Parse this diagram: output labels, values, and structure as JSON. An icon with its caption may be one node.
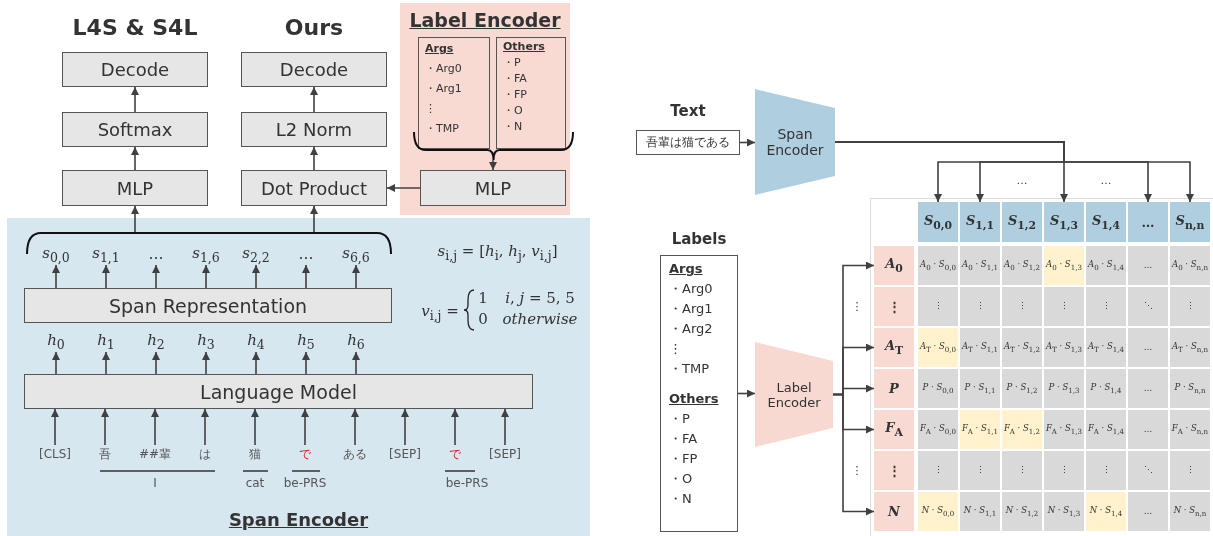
{
  "diagram": {
    "nodes": [
      {
        "text": [
          "Span Encoder"
        ]
      },
      {
        "text": [
          "Label Encoder"
        ]
      },
      {
        "text": [
          "Args",
          "・Arg0",
          "・Arg1",
          "⋮",
          "・TMP"
        ],
        "in": 1
      },
      {
        "text": [
          "Others",
          "・P",
          "・FA",
          "・FP",
          "・O",
          "・N"
        ],
        "in": 1
      },
      {
        "text": [],
        "shape": "brace",
        "in": 1
      },
      {
        "text": [
          "MLP"
        ],
        "in": 1
      },
      {
        "text": [
          "Decode"
        ]
      },
      {
        "text": [
          "Softmax"
        ]
      },
      {
        "text": [
          "MLP"
        ]
      },
      {
        "text": [
          "Decode"
        ]
      },
      {
        "text": [
          "L2 Norm"
        ]
      },
      {
        "text": [
          "Dot Product"
        ]
      },
      {
        "text": [],
        "shape": "brace",
        "in": 0
      },
      {
        "text": [
          "*s*$_{0,0}$"
        ],
        "in": 0
      },
      {
        "text": [
          "*s*$_{1,1}$"
        ],
        "in": 0
      },
      {
        "text": [
          "…"
        ],
        "in": 0
      },
      {
        "text": [
          "*s*$_{1,6}$"
        ],
        "in": 0
      },
      {
        "text": [
          "*s*$_{2,2}$"
        ],
        "in": 0
      },
      {
        "text": [
          "…"
        ],
        "in": 0
      },
      {
        "text": [
          "*s*$_{6,6}$"
        ],
        "in": 0
      },
      {
        "text": [
          "Span Representation"
        ],
        "in": 0
      },
      {
        "text": [
          "*h*$_{0}$"
        ],
        "in": 0
      },
      {
        "text": [
          "*h*$_{1}$"
        ],
        "in": 0
      },
      {
        "text": [
          "*h*$_{2}$"
        ],
        "in": 0
      },
      {
        "text": [
          "*h*$_{3}$"
        ],
        "in": 0
      },
      {
        "text": [
          "*h*$_{4}$"
        ],
        "in": 0
      },
      {
        "text": [
          "*h*$_{5}$"
        ],
        "in": 0
      },
      {
        "text": [
          "*h*$_{6}$"
        ],
        "in": 0
      },
      {
        "text": [
          "Language Model"
        ],
        "in": 0
      },
      {
        "text": [
          "[CLS]"
        ],
        "in": 0
      },
      {
        "text": [
          "吾"
        ],
        "in": 0
      },
      {
        "text": [
          "##輩"
        ],
        "in": 0
      },
      {
        "text": [
          "は"
        ],
        "in": 0
      },
      {
        "text": [
          "猫"
        ],
        "in": 0
      },
      {
        "text": [
          "で"
        ],
        "in": 0
      },
      {
        "text": [
          "ある"
        ],
        "in": 0
      },
      {
        "text": [
          "[SEP]"
        ],
        "in": 0
      },
      {
        "text": [
          "で"
        ],
        "in": 0
      },
      {
        "text": [
          "[SEP]"
        ],
        "in": 0
      },
      {
        "text": [
          "吾輩は猫である"
        ]
      },
      {
        "text": [
          "Span Encoder"
        ]
      },
      {
        "text": [
          "Args",
          "・Arg0",
          "・Arg1",
          "・Arg2",
          "⋮",
          "・TMP",
          "Others",
          "・P",
          "・FA",
          "・FP",
          "・O",
          "・N"
        ]
      },
      {
        "text": [
          "Label Encoder"
        ]
      },
      {
        "text": [
          "*S*$_{0,0}$"
        ]
      },
      {
        "text": [
          "*S*$_{1,1}$"
        ]
      },
      {
        "text": [
          "*S*$_{1,2}$"
        ]
      },
      {
        "text": [
          "*S*$_{1,3}$"
        ]
      },
      {
        "text": [
          "*S*$_{1,4}$"
        ]
      },
      {
        "text": [
          "…"
        ]
      },
      {
        "text": [
          "*S*$_{n,n}$"
        ]
      },
      {
        "text": [
          "*A*$_{0}$"
        ]
      },
      {
        "text": [
          "⋮"
        ]
      },
      {
        "text": [
          "*A*$_{T}$"
        ]
      },
      {
        "text": [
          "*P*"
        ]
      },
      {
        "text": [
          "*F*$_{A}$"
        ]
      },
      {
        "text": [
          "⋮"
        ]
      },
      {
        "text": [
          "*N*"
        ]
      }
    ],
    "edges": [
      {
        "from": 4,
        "to": 5,
        "arrow": "to"
      },
      {
        "from": 5,
        "to": 11,
        "arrow": "to"
      },
      {
        "from": 8,
        "to": 7,
        "arrow": "to"
      },
      {
        "from": 7,
        "to": 6,
        "arrow": "to"
      },
      {
        "from": 11,
        "to": 10,
        "arrow": "to"
      },
      {
        "from": 10,
        "to": 9,
        "arrow": "to"
      },
      {
        "from": 12,
        "to": 8,
        "arrow": "to"
      },
      {
        "from": 12,
        "to": 11,
        "arrow": "to"
      },
      {
        "from": 20,
        "to": 13,
        "arrow": "to"
      },
      {
        "from": 20,
        "to": 14,
        "arrow": "to"
      },
      {
        "from": 20,
        "to": 15,
        "arrow": "to"
      },
      {
        "from": 20,
        "to": 16,
        "arrow": "to"
      },
      {
        "from": 20,
        "to": 17,
        "arrow": "to"
      },
      {
        "from": 20,
        "to": 18,
        "arrow": "to"
      },
      {
        "from": 20,
        "to": 19,
        "arrow": "to"
      },
      {
        "from": 28,
        "to": 21,
        "arrow": "to"
      },
      {
        "from": 28,
        "to": 22,
        "arrow": "to"
      },
      {
        "from": 28,
        "to": 23,
        "arrow": "to"
      },
      {
        "from": 28,
        "to": 24,
        "arrow": "to"
      },
      {
        "from": 28,
        "to": 25,
        "arrow": "to"
      },
      {
        "from": 28,
        "to": 26,
        "arrow": "to"
      },
      {
        "from": 28,
        "to": 27,
        "arrow": "to"
      },
      {
        "from": 29,
        "to": 28,
        "arrow": "to"
      },
      {
        "from": 30,
        "to": 28,
        "arrow": "to"
      },
      {
        "from": 31,
        "to": 28,
        "arrow": "to"
      },
      {
        "from": 32,
        "to": 28,
        "arrow": "to"
      },
      {
        "from": 33,
        "to": 28,
        "arrow": "to"
      },
      {
        "from": 34,
        "to": 28,
        "arrow": "to"
      },
      {
        "from": 35,
        "to": 28,
        "arrow": "to"
      },
      {
        "from": 36,
        "to": 28,
        "arrow": "to"
      },
      {
        "from": 37,
        "to": 28,
        "arrow": "to"
      },
      {
        "from": 38,
        "to": 28,
        "arrow": "to"
      },
      {
        "from": 39,
        "to": 40,
        "arrow": "to"
      },
      {
        "from": 40,
        "to": 43,
        "arrow": "to"
      },
      {
        "from": 40,
        "to": 44,
        "arrow": "to"
      },
      {
        "from": 40,
        "to": 46,
        "arrow": "to"
      },
      {
        "from": 40,
        "to": 48,
        "arrow": "to"
      },
      {
        "from": 40,
        "to": 49,
        "arrow": "to"
      },
      {
        "from": 41,
        "to": 42,
        "arrow": "to"
      },
      {
        "from": 42,
        "to": 50,
        "arrow": "to"
      },
      {
        "from": 42,
        "to": 52,
        "arrow": "to"
      },
      {
        "from": 42,
        "to": 53,
        "arrow": "to"
      },
      {
        "from": 42,
        "to": 54,
        "arrow": "to"
      },
      {
        "from": 42,
        "to": 56,
        "arrow": "to"
      }
    ],
    "labels": [
      "L4S & S4L",
      "Ours",
      "*s*$_{i,j}$ = [*h*$_{i}$, *h*$_{j}$, *v*$_{i,j}$]",
      "*v*$_{i,j}$ =",
      "1",
      "*i*, *j* = 5, 5",
      "0",
      "*otherwise*",
      "I",
      "cat",
      "be-PRS",
      "be-PRS",
      "Text",
      "…",
      "…",
      "Labels",
      "⋮",
      "⋮",
      "*A*$_{0}$ · *S*$_{0,0}$",
      "*A*$_{0}$ · *S*$_{1,1}$",
      "*A*$_{0}$ · *S*$_{1,2}$",
      "*A*$_{0}$ · *S*$_{1,3}$",
      "*A*$_{0}$ · *S*$_{1,4}$",
      "…",
      "*A*$_{0}$ · *S*$_{n,n}$",
      "⋮",
      "⋮",
      "⋮",
      "⋮",
      "⋮",
      "⋱",
      "⋮",
      "*A*$_{T}$ · *S*$_{0,0}$",
      "*A*$_{T}$ · *S*$_{1,1}$",
      "*A*$_{T}$ · *S*$_{1,2}$",
      "*A*$_{T}$ · *S*$_{1,3}$",
      "*A*$_{T}$ · *S*$_{1,4}$",
      "…",
      "*A*$_{T}$ · *S*$_{n,n}$",
      "*P* · *S*$_{0,0}$",
      "*P* · *S*$_{1,1}$",
      "*P* · *S*$_{1,2}$",
      "*P* · *S*$_{1,3}$",
      "*P* · *S*$_{1,4}$",
      "…",
      "*P* · *S*$_{n,n}$",
      "*F*$_{A}$ · *S*$_{0,0}$",
      "*F*$_{A}$ · *S*$_{1,1}$",
      "*F*$_{A}$ · *S*$_{1,2}$",
      "*F*$_{A}$ · *S*$_{1,3}$",
      "*F*$_{A}$ · *S*$_{1,4}$",
      "…",
      "*F*$_{A}$ · *S*$_{n,n}$",
      "⋮",
      "⋮",
      "⋮",
      "⋮",
      "⋮",
      "⋱",
      "⋮",
      "*N* · *S*$_{0,0}$",
      "*N* · *S*$_{1,1}$",
      "*N* · *S*$_{1,2}$",
      "*N* · *S*$_{1,3}$",
      "*N* · *S*$_{1,4}$",
      "…",
      "*N* · *S*$_{n,n}$"
    ]
  }
}
